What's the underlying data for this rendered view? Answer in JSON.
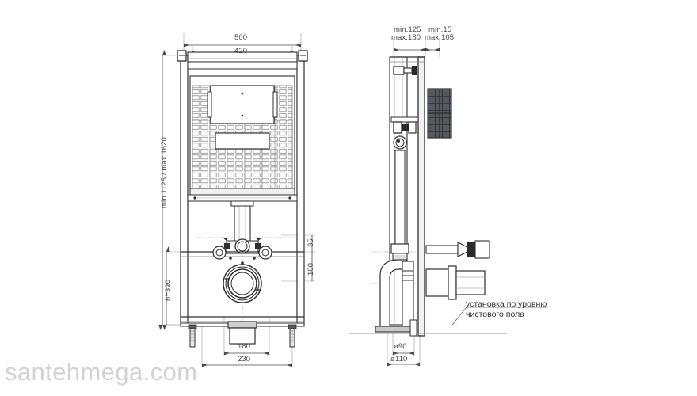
{
  "drawing": {
    "title": "Installation frame for concealed cistern — technical drawing",
    "units": "mm",
    "background_color": "#ffffff",
    "line_color": "#3a3a3a",
    "watermark": "santehmega.com",
    "watermark_color": "#d2d2d4"
  },
  "front_view": {
    "name": "front-view",
    "dimensions": {
      "overall_width": "500",
      "frame_width": "420",
      "height_range": "min.1125 / max.1620",
      "floor_height": "h=320",
      "outlet_offset": "180",
      "base_width": "230",
      "upper_offset": "35",
      "lower_offset": "100"
    }
  },
  "side_view": {
    "name": "side-view",
    "dimensions": {
      "depth_1": "min.125",
      "depth_1b": "max.180",
      "depth_2": "min.15",
      "depth_2b": "max.105",
      "pipe_inner": "ø90",
      "pipe_outer": "ø110"
    },
    "note_line_1": "установка по уровню",
    "note_line_2": "чистового пола"
  }
}
